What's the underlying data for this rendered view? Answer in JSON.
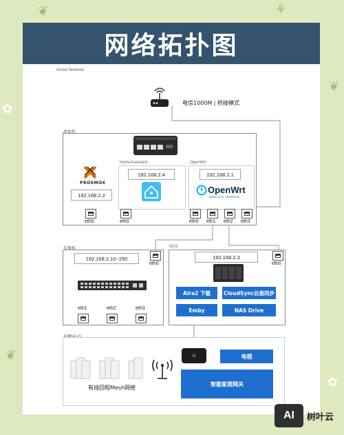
{
  "title": "网络拓扑图",
  "home_network_label": "Home Network",
  "modem_label": "电信1000M | 桥接模式",
  "vm_group": {
    "label": "虚拟机",
    "proxmox_text": "PROXMOX",
    "proxmox_ip": "192.168.2.2",
    "homeassistant_label": "HomeAssistant",
    "homeassistant_ip": "192.168.2.4",
    "openwrt_label": "OpenWrt",
    "openwrt_ip": "192.168.2.1",
    "openwrt_logo": "OpenWrt",
    "openwrt_tagline": "WIRELESS FREEDOM",
    "ports": [
      "eth0",
      "eth0",
      "eth0",
      "eth1",
      "eth2",
      "eth3"
    ]
  },
  "switch_group": {
    "label": "交换机",
    "ip": "192.168.2.10~250",
    "ports": [
      "eth0",
      "eth1",
      "eth2",
      "eth3"
    ]
  },
  "nas_group": {
    "label": "NAS",
    "ip": "192.168.2.3",
    "port": "eth0",
    "apps": [
      "Aira2 下载",
      "CloudSync云盘同步",
      "Emby",
      "NAS Drive"
    ]
  },
  "wifi_group": {
    "label": "全屋Wi-Fi",
    "mesh_label": "有线回程Mesh网络",
    "tv_label": "电视",
    "gateway_label": "智能家居网关"
  },
  "watermark": {
    "logo_text": "AI",
    "brand": "树叶云"
  },
  "colors": {
    "title_bg": "#34536d",
    "background": "#dfe9c0",
    "button_blue": "#1f6fd1",
    "line": "#a0b8d0"
  }
}
